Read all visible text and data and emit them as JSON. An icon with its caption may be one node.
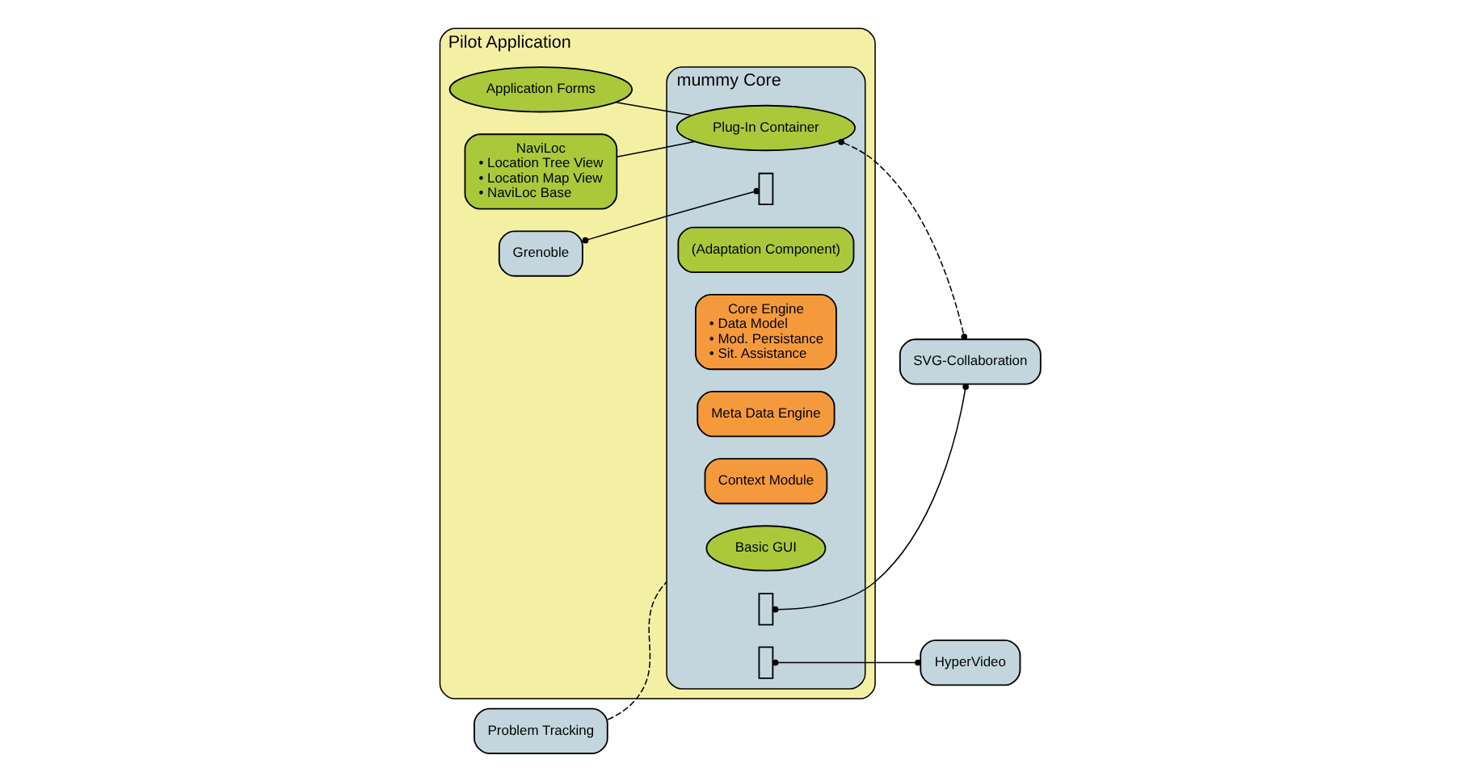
{
  "diagram": {
    "nodes": [
      {
        "text": [
          "Pilot Application"
        ]
      },
      {
        "text": [
          "Application Forms"
        ],
        "in": 0
      },
      {
        "text": [
          "NaviLoc",
          "• Location Tree View",
          "• Location Map View",
          "• NaviLoc Base"
        ],
        "in": 0
      },
      {
        "text": [
          "Grenoble"
        ],
        "in": 0
      },
      {
        "text": [
          "mummy Core"
        ],
        "in": 0
      },
      {
        "text": [
          "Basic GUI"
        ],
        "in": 4
      },
      {
        "text": [
          "Plug-In Container"
        ],
        "in": 4
      },
      {
        "text": [
          "(Adaptation Component)"
        ],
        "in": 4
      },
      {
        "text": [
          "Core Engine",
          "• Data Model",
          "• Mod. Persistance",
          "• Sit. Assistance"
        ],
        "in": 4
      },
      {
        "text": [
          "Meta Data Engine"
        ],
        "in": 4
      },
      {
        "text": [
          "Context Module"
        ],
        "in": 4
      },
      {
        "text": [],
        "shape": "box",
        "in": 4
      },
      {
        "text": [],
        "shape": "box",
        "in": 4
      },
      {
        "text": [],
        "shape": "box",
        "in": 4
      },
      {
        "text": [
          "Problem Tracking"
        ]
      },
      {
        "text": [
          "SVG-Collaboration"
        ]
      },
      {
        "text": [
          "HyperVideo"
        ]
      }
    ],
    "edges": [
      {
        "from": 1,
        "to": 6,
        "arrow": "none"
      },
      {
        "from": 2,
        "to": 6,
        "arrow": "none"
      },
      {
        "from": 14,
        "to": 4,
        "arrow": "none",
        "style": "dashed"
      },
      {
        "from": 6,
        "to": 15,
        "arrow": "other",
        "style": "dashed"
      },
      {
        "from": 12,
        "to": 15,
        "arrow": "other"
      },
      {
        "from": 13,
        "to": 16,
        "arrow": "other"
      },
      {
        "from": 3,
        "to": 11,
        "arrow": "other"
      }
    ]
  }
}
